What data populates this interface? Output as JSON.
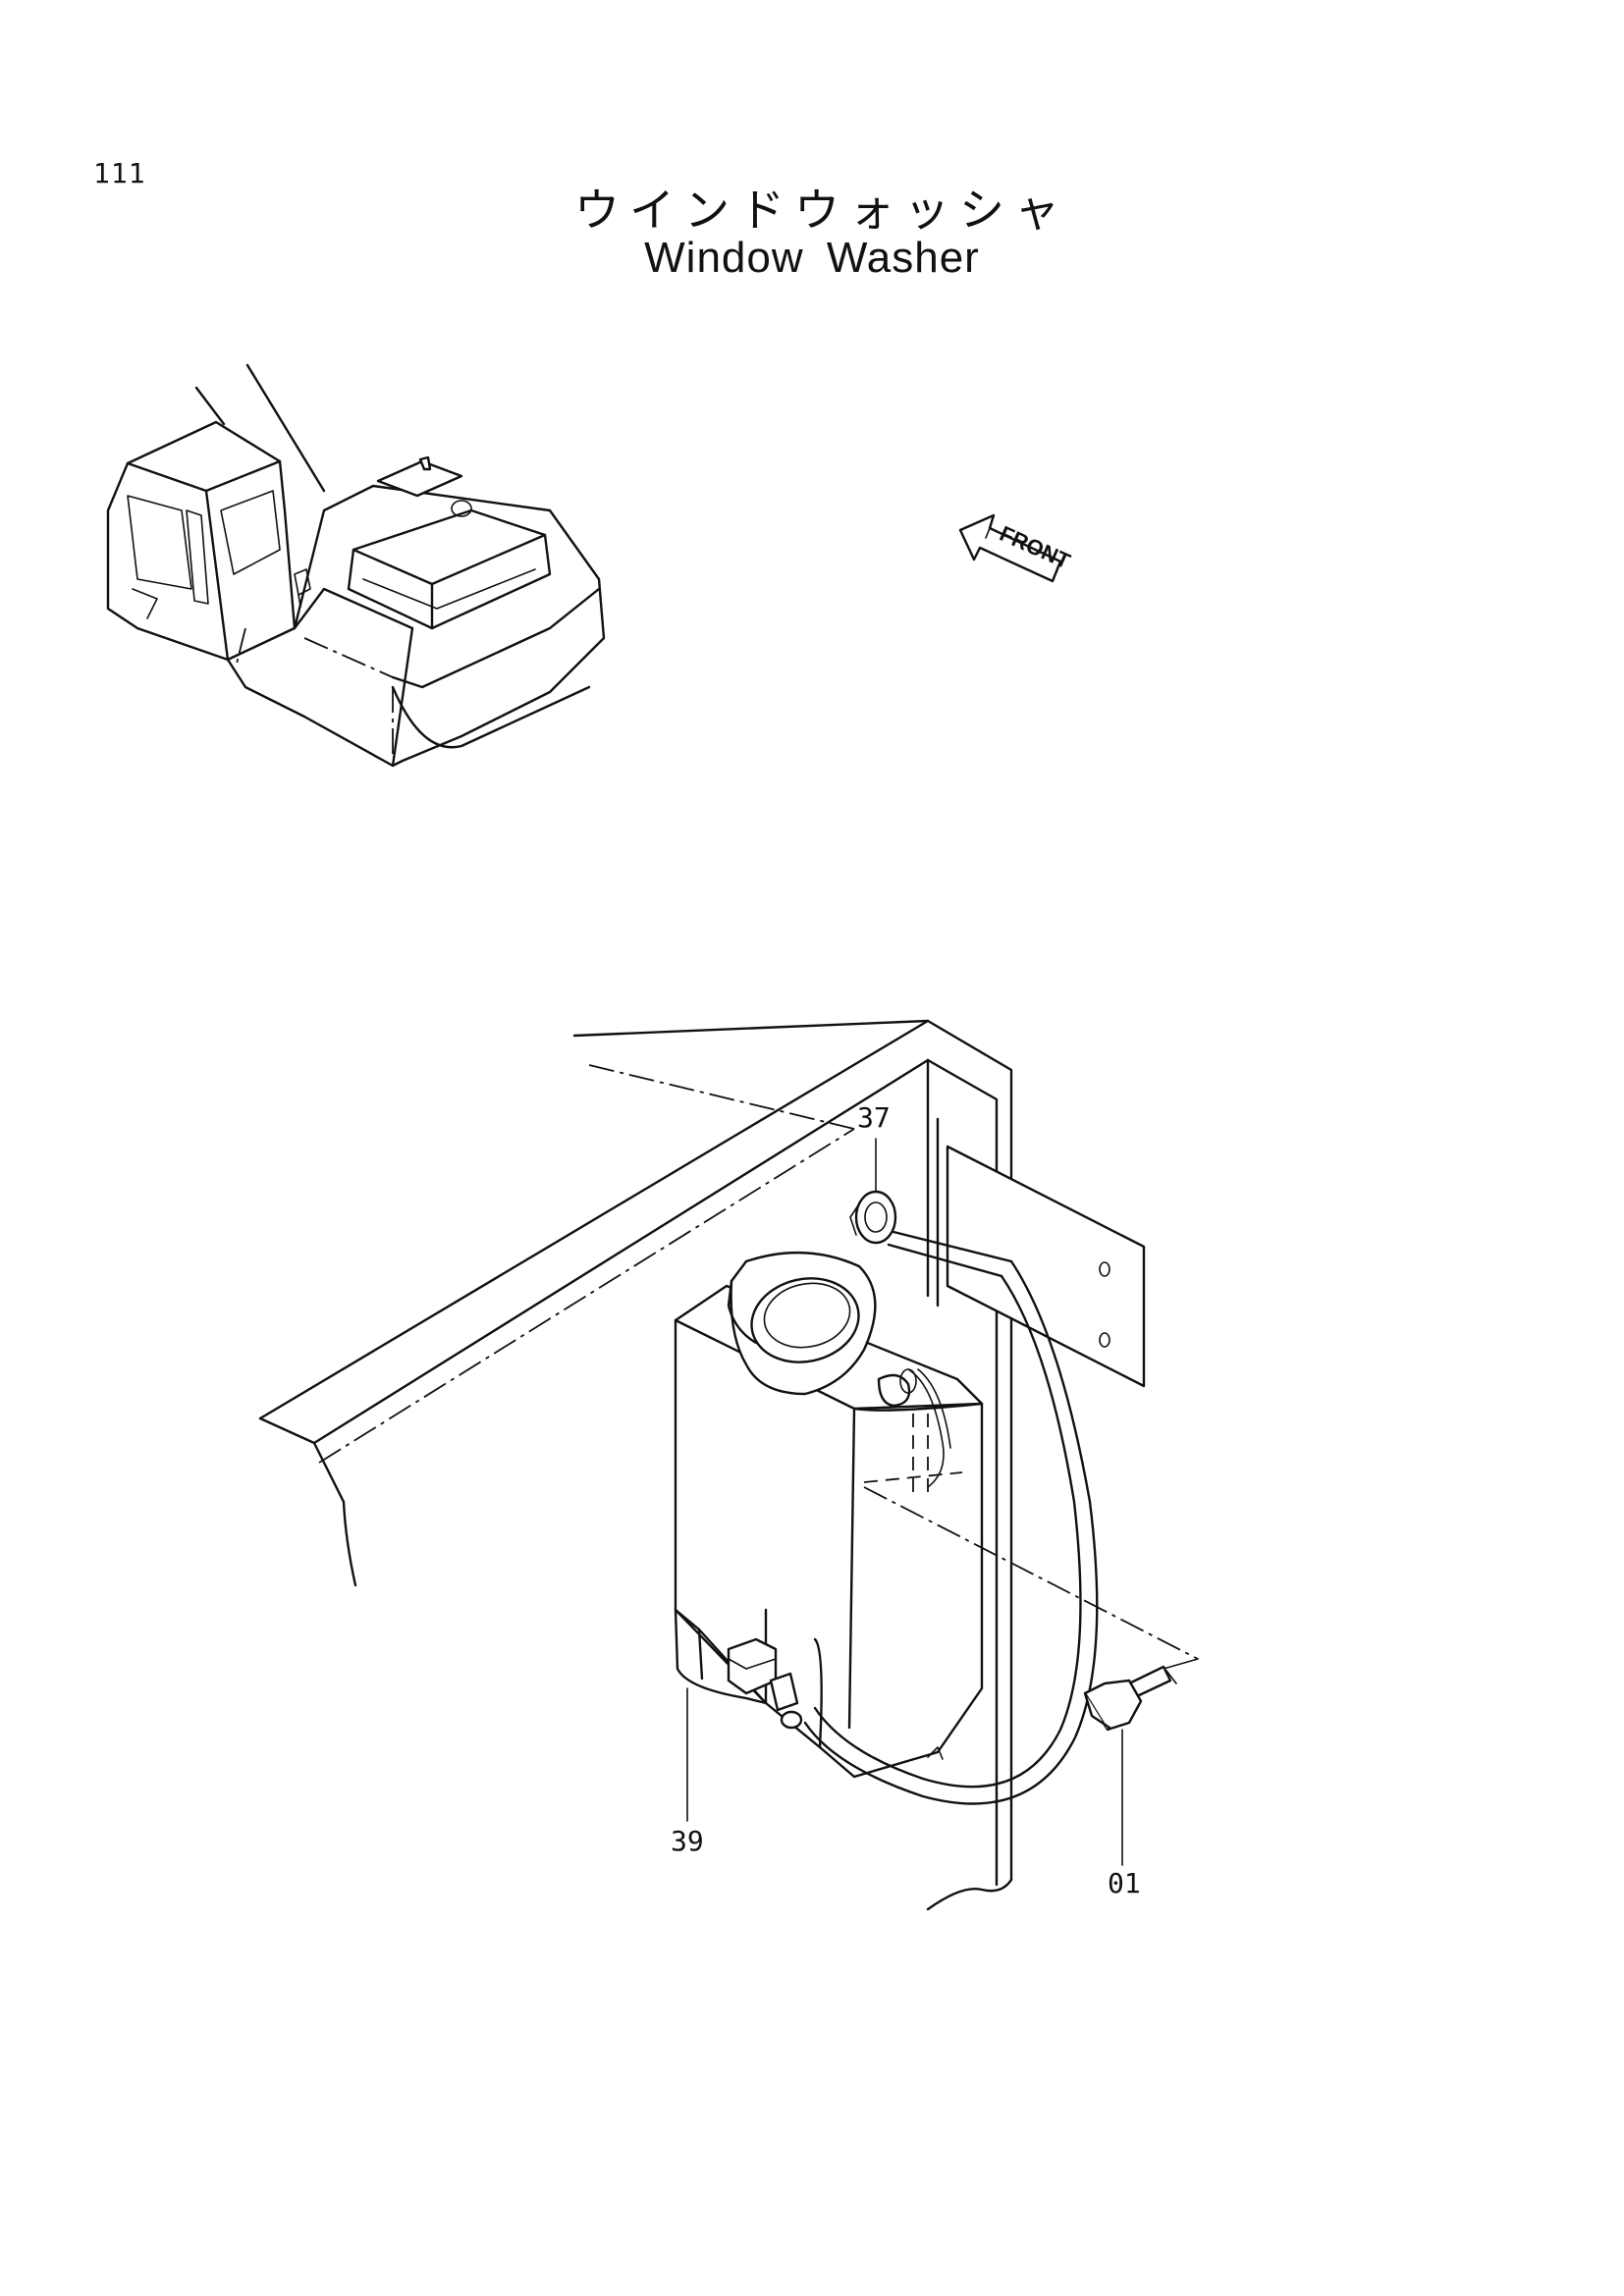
{
  "page": {
    "number": "111",
    "title_jp": "ウインドウォッシャ",
    "title_en": "Window Washer"
  },
  "orientation": {
    "label": "FRONT"
  },
  "callouts": [
    {
      "id": "01"
    },
    {
      "id": "37"
    },
    {
      "id": "39"
    }
  ]
}
